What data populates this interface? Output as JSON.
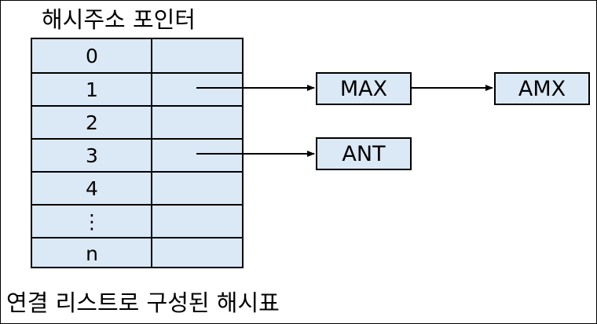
{
  "header": {
    "label": "해시주소 포인터"
  },
  "table": {
    "rows": [
      "0",
      "1",
      "2",
      "3",
      "4",
      "⋮",
      "n"
    ]
  },
  "nodes": {
    "max": "MAX",
    "amx": "AMX",
    "ant": "ANT"
  },
  "caption": "연결 리스트로 구성된 해시표",
  "colors": {
    "cell_fill": "#dbe8f5",
    "line": "#000000",
    "background": "#ffffff"
  }
}
